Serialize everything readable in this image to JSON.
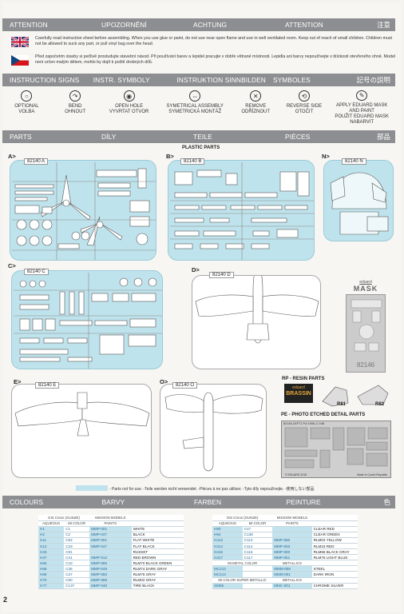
{
  "header_band": {
    "items": [
      "ATTENTION",
      "UPOZORNĚNÍ",
      "ACHTUNG",
      "ATTENTION",
      "注意"
    ]
  },
  "warnings": {
    "en": "Carefully read instruction sheet before assembling. When you use glue or paint, do not use near open flame and use in well ventilated room. Keep out of reach of small children. Children must not be allowed to suck any part, or pull vinyl bag over the head.",
    "cz": "Před započetím stavby si pečlivě prostudujte stavební návod. Při používání barev a lepidel pracujte v dobře větrané místnosti. Lepidla ani barvy nepoužívejte v blízkosti otevřeného ohně. Model není určen malým dětem, mohlo by dojít k požití drobných dílů."
  },
  "signs_band": {
    "items": [
      "INSTRUCTION SIGNS",
      "INSTR. SYMBOLY",
      "INSTRUKTION SINNBILDEN",
      "SYMBOLES",
      "記号の説明"
    ]
  },
  "signs": [
    {
      "icon": "optional-icon",
      "label": "OPTIONAL\nVOLBA"
    },
    {
      "icon": "bend-icon",
      "label": "BEND\nOHNOUT"
    },
    {
      "icon": "open-hole-icon",
      "label": "OPEN HOLE\nVYVRTAT OTVOR"
    },
    {
      "icon": "symmetrical-icon",
      "label": "SYMETRICAL ASSEMBLY\nSYMETRICKÁ MONTÁŽ"
    },
    {
      "icon": "remove-icon",
      "label": "REMOVE\nODŘÍZNOUT"
    },
    {
      "icon": "reverse-icon",
      "label": "REVERSE SIDE\nOTOČIT"
    },
    {
      "icon": "mask-paint-icon",
      "label": "APPLY EDUARD MASK\nAND PAINT\nPOUŽIT EDUARD MASK\nNABARVIT"
    }
  ],
  "parts_band": {
    "items": [
      "PARTS",
      "DÍLY",
      "TEILE",
      "PIÈCES",
      "部品"
    ]
  },
  "plastic_parts_title": "PLASTIC PARTS",
  "sprues": [
    {
      "letter": "A>",
      "code": "82140 A"
    },
    {
      "letter": "B>",
      "code": "82140 B"
    },
    {
      "letter": "N>",
      "code": "82140 N"
    },
    {
      "letter": "C>",
      "code": "82140 C"
    },
    {
      "letter": "D>",
      "code": "82140 D"
    },
    {
      "letter": "E>",
      "code": "82140 E"
    },
    {
      "letter": "O>",
      "code": "82140 O"
    }
  ],
  "mask": {
    "brand": "eduard",
    "title": "MASK",
    "code": "82146"
  },
  "resin": {
    "title": "RP - RESIN PARTS",
    "brand": "eduard",
    "sub": "BRASSIN",
    "parts": [
      "R81",
      "R82"
    ]
  },
  "pe": {
    "title": "PE - PHOTO ETCHED DETAIL PARTS",
    "fret": "82146-LEPT1 Fw 190A-2 1/48",
    "copyright": "© EDUARD 2018",
    "made": "Made in Czech Republic"
  },
  "legend": "- Parts not for use. -Teile werden nicht verwendet. -Pièces à ne pas utiliser. -Tyto díly nepoužívejte. -使用しない部品",
  "colours_band": {
    "items": [
      "COLOURS",
      "BARVY",
      "FARBEN",
      "PEINTURE",
      "色"
    ]
  },
  "colour_table_left": {
    "heads": [
      "GSi Creos (GUNZE)",
      "MISSION MODELS"
    ],
    "cols": [
      "AQUEOUS",
      "Mr.COLOR",
      "PAINTS",
      ""
    ],
    "rows": [
      [
        "H1",
        "C1",
        "MMP-001",
        "WHITE"
      ],
      [
        "H2",
        "C2",
        "MMP-047",
        "BLACK"
      ],
      [
        "H11",
        "C62",
        "MMP-001",
        "FLAT WHITE"
      ],
      [
        "H12",
        "C33",
        "MMP-047",
        "FLAT BLACK"
      ],
      [
        "H33",
        "C81",
        "",
        "RUSSET"
      ],
      [
        "H47",
        "C41",
        "MMP-012",
        "RED BROWN"
      ],
      [
        "H65",
        "C18",
        "MMP-086",
        "RLM70 BLACK GREEN"
      ],
      [
        "H68",
        "C36",
        "MMP-049",
        "RLM74 DARK GRAY"
      ],
      [
        "H69",
        "C37",
        "MMP-050",
        "RLM75 GRAY"
      ],
      [
        "H70",
        "C60",
        "MMP-089",
        "RLM02 GRAY"
      ],
      [
        "H77",
        "C137",
        "MMP-040",
        "TIRE BLACK"
      ]
    ]
  },
  "colour_table_right": {
    "heads": [
      "GSi Creos (GUNZE)",
      "MISSION MODELS"
    ],
    "cols": [
      "AQUEOUS",
      "Mr.COLOR",
      "PAINTS",
      ""
    ],
    "rows": [
      [
        "H90",
        "C47",
        "",
        "CLEAR RED"
      ],
      [
        "H94",
        "C138",
        "",
        "CLEAR GREEN"
      ],
      [
        "H413",
        "C113",
        "MMP-080",
        "RLM04 YELLOW"
      ],
      [
        "H414",
        "C114",
        "MMP-003",
        "RLM23 RED"
      ],
      [
        "H416",
        "C116",
        "MMP-090",
        "RLM66 BLACK GRAY"
      ],
      [
        "H417",
        "C117",
        "MMP-051",
        "RLM76 LIGHT BLUE"
      ]
    ],
    "metal_head": [
      "Mr.METAL COLOR",
      "METALLICS"
    ],
    "metal_rows": [
      [
        "MC213",
        "",
        "MMM-006",
        "STEEL"
      ],
      [
        "MC214",
        "",
        "MMM-001",
        "DARK IRON"
      ]
    ],
    "super_head": [
      "Mr.COLOR SUPER METALLIC",
      "METALLICS"
    ],
    "super_rows": [
      [
        "SM06",
        "",
        "MMC-001",
        "CHROME SILVER"
      ]
    ]
  },
  "page_number": "2",
  "colors": {
    "band": "#8d8e91",
    "sprue_fill": "#bfe3ec",
    "accent": "#2a6b96"
  }
}
